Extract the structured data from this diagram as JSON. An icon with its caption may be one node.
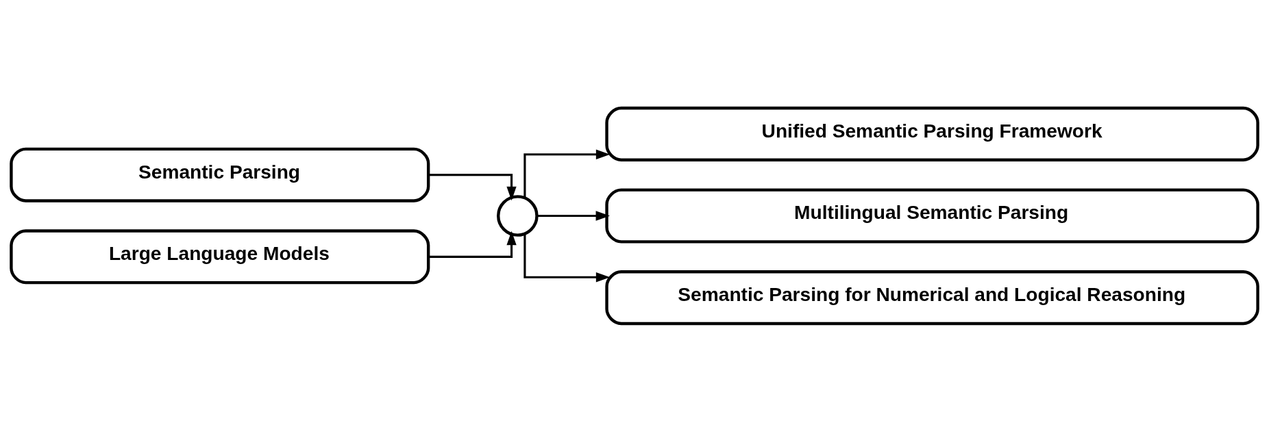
{
  "diagram": {
    "nodes": [
      {
        "text": [
          "Semantic Parsing"
        ]
      },
      {
        "text": [],
        "shape": "circle"
      },
      {
        "text": [
          "Large Language Models"
        ]
      },
      {
        "text": [
          "Unified Semantic Parsing Framework"
        ]
      },
      {
        "text": [
          "Multilingual Semantic Parsing"
        ]
      },
      {
        "text": [
          "Semantic Parsing for Numerical and Logical Reasoning"
        ]
      }
    ],
    "edges": [
      {
        "from": 0,
        "to": 1,
        "arrow": "to"
      },
      {
        "from": 2,
        "to": 1,
        "arrow": "to"
      },
      {
        "from": 1,
        "to": 3,
        "arrow": "to"
      },
      {
        "from": 1,
        "to": 4,
        "arrow": "to"
      },
      {
        "from": 1,
        "to": 5,
        "arrow": "to"
      }
    ]
  }
}
